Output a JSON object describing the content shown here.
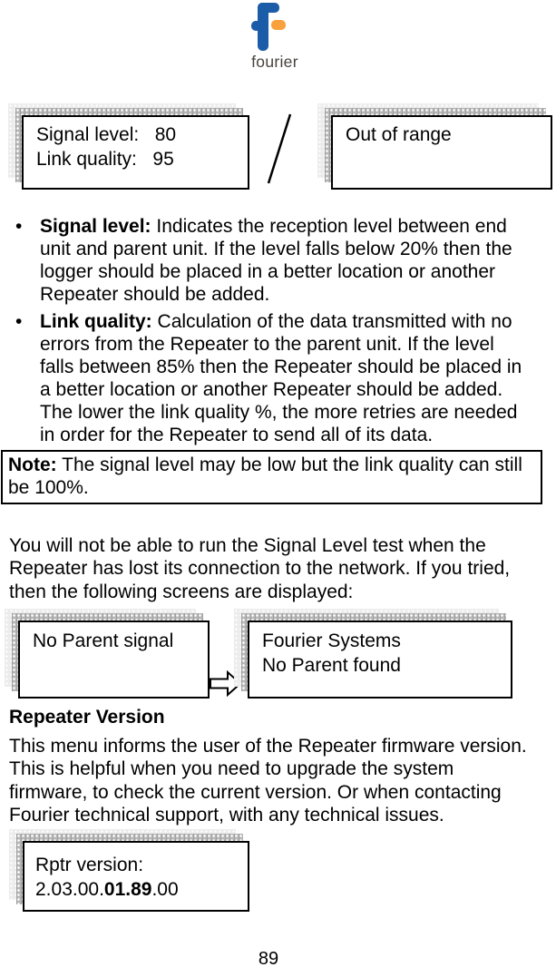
{
  "logo": {
    "text": "fourier",
    "blue": "#1a5ca8",
    "orange": "#f9a13c"
  },
  "screens": {
    "signal": {
      "line1": "Signal level:   80",
      "line2": "Link quality:   95"
    },
    "out_of_range": {
      "line1": "Out of range"
    },
    "no_parent_signal": {
      "line1": "No Parent signal"
    },
    "no_parent_found": {
      "line1": "Fourier Systems",
      "line2": "No Parent found"
    },
    "rptr_version": {
      "line1": "Rptr version:",
      "version_prefix": "2.03.00.",
      "version_bold": "01.89",
      "version_suffix": ".00"
    }
  },
  "bullet_char": "•",
  "bullets": [
    {
      "label": "Signal level:",
      "text": " Indicates the reception level between end\nunit and parent unit. If the level falls below 20% then the\nlogger should be placed in a better location or another\nRepeater should be added."
    },
    {
      "label": "Link quality:",
      "text": " Calculation of the data transmitted with no\nerrors from the Repeater to the parent unit. If the level\nfalls between 85% then the Repeater should be placed in\na better location or another Repeater should be added.\nThe lower the link quality %, the more retries are needed\nin order for the Repeater to send all of its data."
    }
  ],
  "note": {
    "label": "Note:",
    "text": " The signal level may be low but the link quality can still\nbe 100%."
  },
  "paragraphs": {
    "connection_lost": "You will not be able to run the Signal Level test when the\nRepeater has lost its connection to the network. If you tried,\nthen the following screens are displayed:",
    "version_info": "This menu informs the user of the Repeater firmware version.\nThis is helpful when you need to upgrade the system\nfirmware, to check the current version. Or when contacting\nFourier technical support, with any technical issues."
  },
  "headings": {
    "repeater_version": "Repeater Version"
  },
  "page_number": "89"
}
